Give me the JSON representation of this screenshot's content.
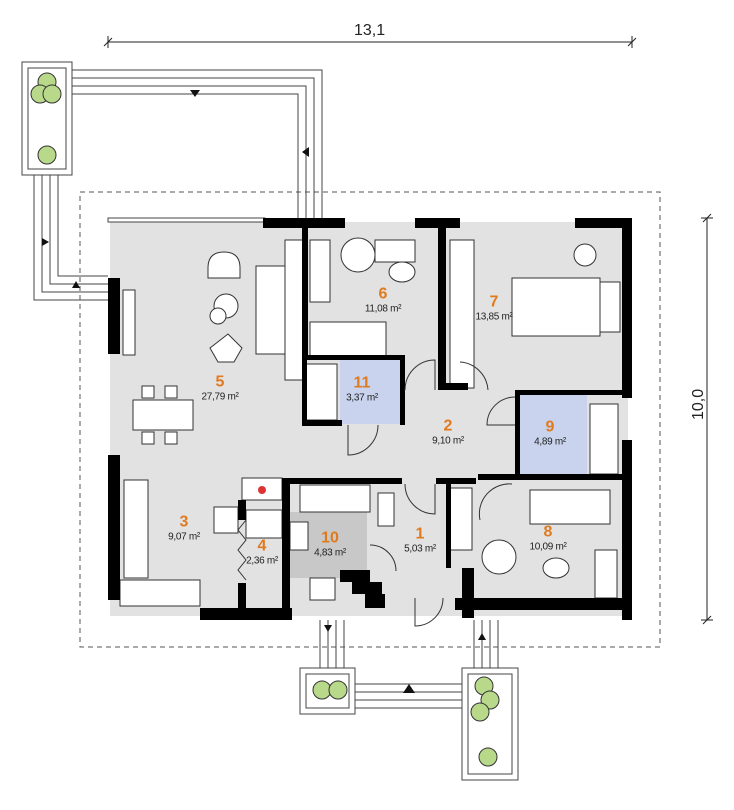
{
  "dimensions": {
    "width": "13,1",
    "depth": "10,0"
  },
  "rooms": [
    {
      "number": "1",
      "area": "5,03 m²"
    },
    {
      "number": "2",
      "area": "9,10 m²"
    },
    {
      "number": "3",
      "area": "9,07 m²"
    },
    {
      "number": "4",
      "area": "2,36 m²"
    },
    {
      "number": "5",
      "area": "27,79 m²"
    },
    {
      "number": "6",
      "area": "11,08 m²"
    },
    {
      "number": "7",
      "area": "13,85 m²"
    },
    {
      "number": "8",
      "area": "10,09 m²"
    },
    {
      "number": "9",
      "area": "4,89 m²"
    },
    {
      "number": "10",
      "area": "4,83 m²"
    },
    {
      "number": "11",
      "area": "3,37 m²"
    }
  ],
  "colors": {
    "room_number": "#e07a1f",
    "floor": "#e2e2e2",
    "bathroom_tile": "#c9d3ee",
    "utility_tile": "#c8c8c8",
    "wall": "#000000"
  }
}
